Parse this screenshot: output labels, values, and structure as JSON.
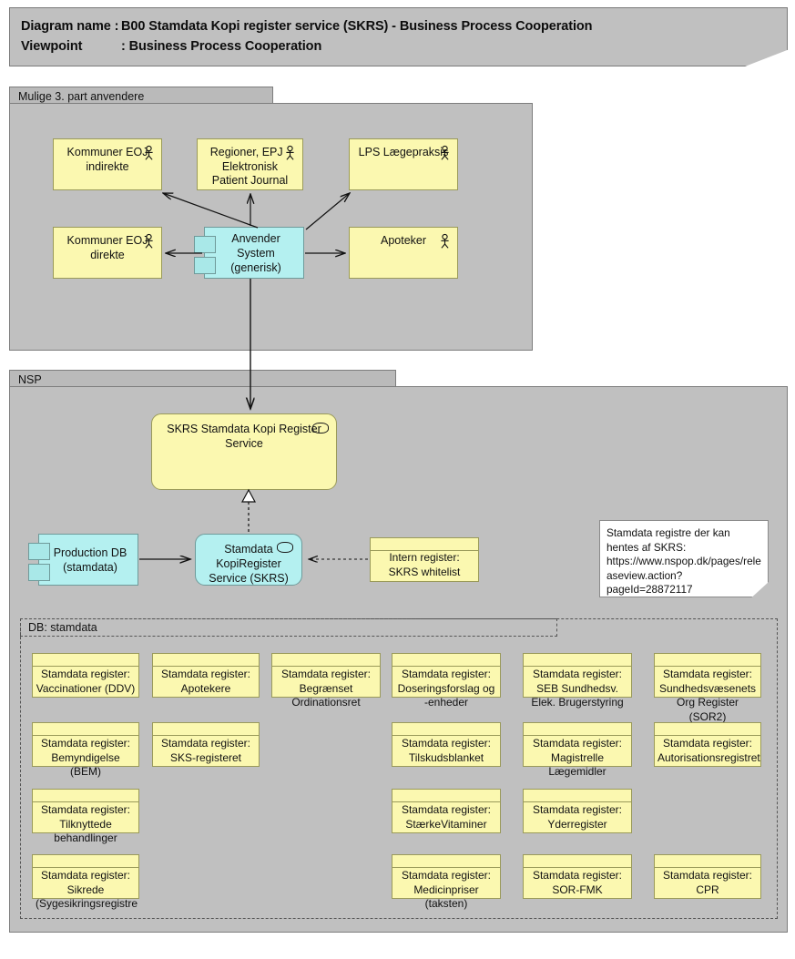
{
  "header": {
    "diagram_name_key": "Diagram name :",
    "diagram_name_value": "B00 Stamdata Kopi register service (SKRS) - Business Process Cooperation",
    "viewpoint_key": "Viewpoint",
    "viewpoint_value": ": Business Process Cooperation"
  },
  "groups": {
    "third_party": {
      "label": "Mulige 3. part anvendere"
    },
    "nsp": {
      "label": "NSP"
    },
    "db_stamdata": {
      "label": "DB: stamdata"
    }
  },
  "third_party_nodes": {
    "kommuner_indirekte": "Kommuner EOJ indirekte",
    "regioner_epj": "Regioner, EPJ - Elektronisk Patient Journal",
    "lps": "LPS Lægepraksis",
    "kommuner_direkte": "Kommuner EOJ direkte",
    "apoteker": "Apoteker",
    "anvender_system": "Anvender System (generisk)"
  },
  "nsp_nodes": {
    "skrs_service": "SKRS Stamdata Kopi Register Service",
    "production_db": "Production DB (stamdata)",
    "kopiregister_service": "Stamdata KopiRegister Service (SKRS)",
    "intern_register": "Intern register: SKRS whitelist",
    "note": "Stamdata registre der kan hentes af SKRS: https://www.nspop.dk/pages/releaseview.action?pageId=28872117"
  },
  "registers": [
    {
      "label": "Stamdata register: Vaccinationer (DDV)",
      "col": 0,
      "row": 0
    },
    {
      "label": "Stamdata register: Apotekere",
      "col": 1,
      "row": 0
    },
    {
      "label": "Stamdata register: Begrænset Ordinationsret",
      "col": 2,
      "row": 0
    },
    {
      "label": "Stamdata register: Doseringsforslag og -enheder",
      "col": 3,
      "row": 0
    },
    {
      "label": "Stamdata register: SEB Sundhedsv. Elek. Brugerstyring",
      "col": 4,
      "row": 0
    },
    {
      "label": "Stamdata register: Sundhedsvæsenets Org Register (SOR2)",
      "col": 5,
      "row": 0
    },
    {
      "label": "Stamdata register: Bemyndigelse (BEM)",
      "col": 0,
      "row": 1
    },
    {
      "label": "Stamdata register: SKS-registeret",
      "col": 1,
      "row": 1
    },
    {
      "label": "Stamdata register: Tilskudsblanket",
      "col": 3,
      "row": 1
    },
    {
      "label": "Stamdata register: Magistrelle Lægemidler",
      "col": 4,
      "row": 1
    },
    {
      "label": "Stamdata register: Autorisationsregistret",
      "col": 5,
      "row": 1
    },
    {
      "label": "Stamdata register: Tilknyttede behandlinger",
      "col": 0,
      "row": 2
    },
    {
      "label": "Stamdata register: StærkeVitaminer",
      "col": 3,
      "row": 2
    },
    {
      "label": "Stamdata register: Yderregister",
      "col": 4,
      "row": 2
    },
    {
      "label": "Stamdata register: Sikrede (Sygesikringsregistre",
      "col": 0,
      "row": 3
    },
    {
      "label": "Stamdata register: Medicinpriser (taksten)",
      "col": 3,
      "row": 3
    },
    {
      "label": "Stamdata register: SOR-FMK",
      "col": 4,
      "row": 3
    },
    {
      "label": "Stamdata register: CPR",
      "col": 5,
      "row": 3
    }
  ],
  "colors": {
    "banner": "#c0c0c0",
    "group_body": "#c0c0c0",
    "group_tab": "#bababa",
    "yellow": "#fbf8b0",
    "cyan": "#b4f0f0",
    "note": "#ffffff",
    "line": "#111111"
  }
}
